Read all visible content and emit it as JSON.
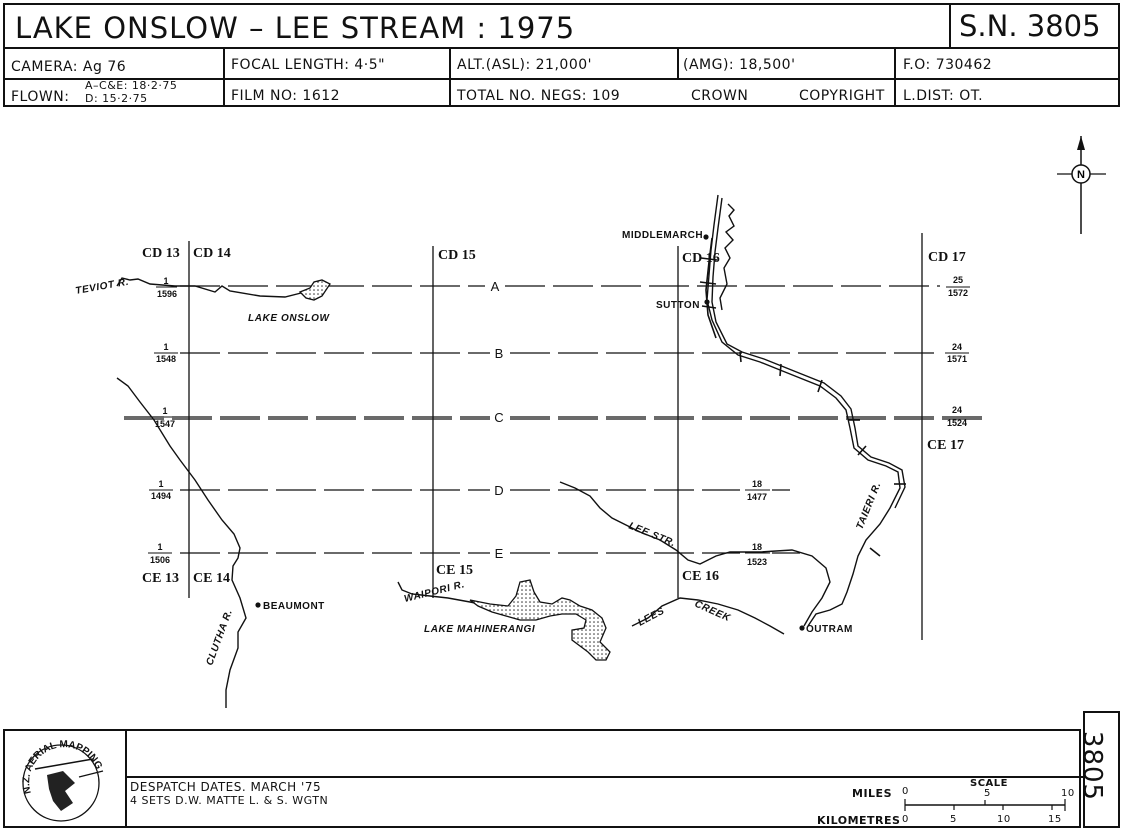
{
  "title": "LAKE  ONSLOW – LEE STREAM : 1975",
  "sheet_number": "S.N. 3805",
  "header": {
    "camera": "CAMERA: Ag 76",
    "focal_length": "FOCAL  LENGTH: 4·5\"",
    "alt_asl": "ALT.(ASL): 21,000'",
    "amg": "(AMG): 18,500'",
    "fo": "F.O:  730462",
    "flown_label": "FLOWN:",
    "flown_ace": "A–C&E: 18·2·75",
    "flown_d": "D:  15·2·75",
    "film_no": "FILM  NO: 1612",
    "total_negs": "TOTAL  NO.  NEGS: 109",
    "crown": "CROWN",
    "copyright": "COPYRIGHT",
    "l_dist": "L.DIST:  OT."
  },
  "map": {
    "grid_labels": {
      "cd13": "CD 13",
      "cd14": "CD 14",
      "cd15": "CD 15",
      "cd16": "CD 16",
      "cd17": "CD 17",
      "ce13": "CE 13",
      "ce14": "CE 14",
      "ce15": "CE 15",
      "ce16": "CE 16",
      "ce17": "CE 17"
    },
    "runs": [
      {
        "letter": "A",
        "start_top": "1",
        "start_bottom": "1596",
        "end_top": "25",
        "end_bottom": "1572"
      },
      {
        "letter": "B",
        "start_top": "1",
        "start_bottom": "1548",
        "end_top": "24",
        "end_bottom": "1571"
      },
      {
        "letter": "C",
        "start_top": "1",
        "start_bottom": "1547",
        "end_top": "24",
        "end_bottom": "1524"
      },
      {
        "letter": "D",
        "start_top": "1",
        "start_bottom": "1494",
        "end_top": "18",
        "end_bottom": "1477"
      },
      {
        "letter": "E",
        "start_top": "1",
        "start_bottom": "1506",
        "end_top": "18",
        "end_bottom": "1523"
      }
    ],
    "places": {
      "middlemarch": "MIDDLEMARCH",
      "sutton": "SUTTON",
      "beaumont": "BEAUMONT",
      "outram": "OUTRAM"
    },
    "features": {
      "teviot": "TEVIOT  R.",
      "lake_onslow": "LAKE  ONSLOW",
      "lee_str": "LEE STR.",
      "taieri": "TAIERI R.",
      "waipori": "WAIPORI R.",
      "lake_mahinerangi": "LAKE  MAHINERANGI",
      "lees": "LEES",
      "creek": "CREEK",
      "clutha": "CLUTHA R."
    },
    "north_symbol": "N"
  },
  "footer": {
    "logo_text": "N.Z. AERIAL MAPPING",
    "despatch": "DESPATCH  DATES.  MARCH '75",
    "sets": "4  SETS   D.W.  MATTE   L. & S.  WGTN",
    "scale_title": "SCALE",
    "miles_label": "MILES",
    "km_label": "KILOMETRES",
    "miles_ticks": [
      "0",
      "5",
      "10"
    ],
    "km_ticks": [
      "0",
      "5",
      "10",
      "15"
    ],
    "sn_vertical": "3805"
  }
}
